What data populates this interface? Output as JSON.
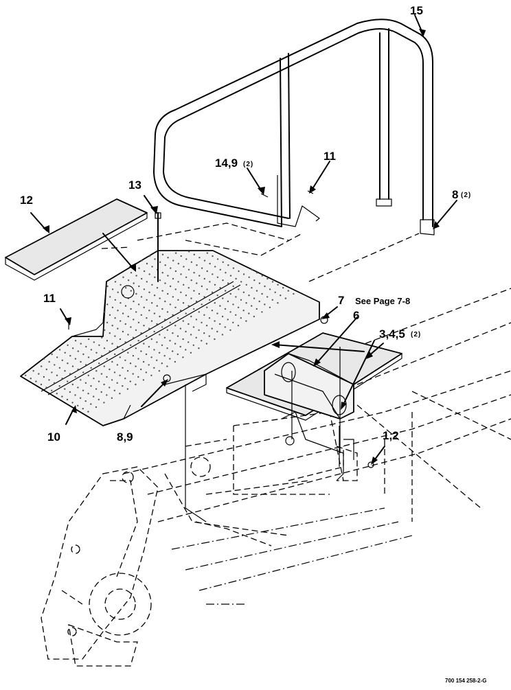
{
  "callouts": {
    "c15": "15",
    "c14_9": "14,9",
    "c14_9_qty": "(2)",
    "c11_top": "11",
    "c13": "13",
    "c12": "12",
    "c8": "8",
    "c8_qty": "(2)",
    "c11_left": "11",
    "c7": "7",
    "see_page": "See Page 7-8",
    "c6": "6",
    "c3_4_5": "3,4,5",
    "c3_4_5_qty": "(2)",
    "c1_2": "1,2",
    "c10": "10",
    "c8_9": "8,9"
  },
  "doc_number": "700 154 258-2-G"
}
